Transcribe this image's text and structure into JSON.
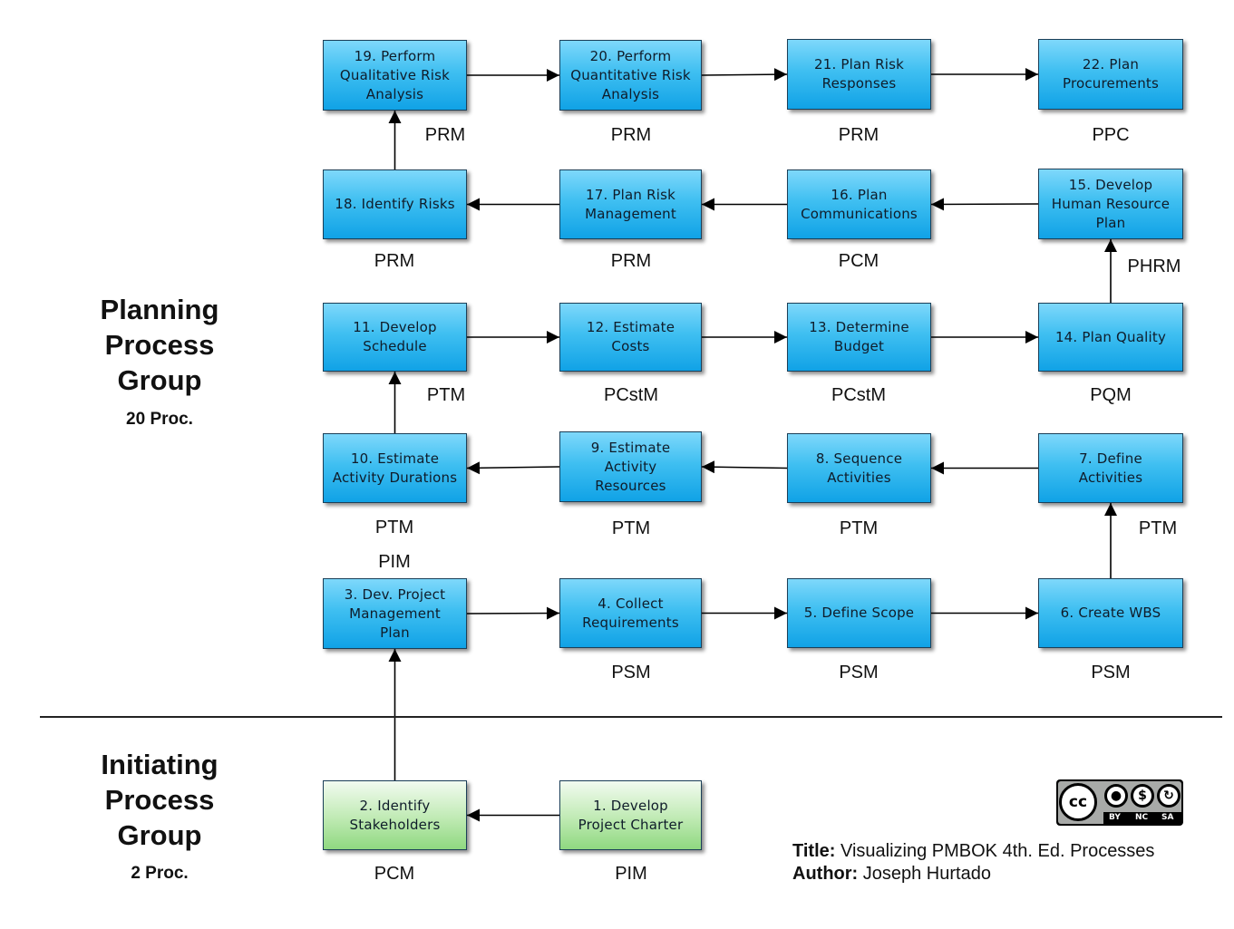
{
  "groups": {
    "planning": {
      "title": "Planning\nProcess\nGroup",
      "count": "20 Proc."
    },
    "initiating": {
      "title": "Initiating\nProcess\nGroup",
      "count": "2 Proc."
    }
  },
  "processes": {
    "p1": {
      "label": "1. Develop\nProject Charter",
      "area": "PIM"
    },
    "p2": {
      "label": "2. Identify\nStakeholders",
      "area": "PCM"
    },
    "p3": {
      "label": "3. Dev. Project\nManagement\nPlan",
      "area": "PIM"
    },
    "p4": {
      "label": "4. Collect\nRequirements",
      "area": "PSM"
    },
    "p5": {
      "label": "5. Define Scope",
      "area": "PSM"
    },
    "p6": {
      "label": "6. Create WBS",
      "area": "PSM"
    },
    "p7": {
      "label": "7. Define\nActivities",
      "area": "PTM"
    },
    "p8": {
      "label": "8. Sequence\nActivities",
      "area": "PTM"
    },
    "p9": {
      "label": "9. Estimate\nActivity\nResources",
      "area": "PTM"
    },
    "p10": {
      "label": "10. Estimate\nActivity Durations",
      "area": "PTM"
    },
    "p11": {
      "label": "11. Develop\nSchedule",
      "area": "PTM"
    },
    "p12": {
      "label": "12. Estimate\nCosts",
      "area": "PCstM"
    },
    "p13": {
      "label": "13. Determine\nBudget",
      "area": "PCstM"
    },
    "p14": {
      "label": "14. Plan Quality",
      "area": "PQM"
    },
    "p15": {
      "label": "15. Develop\nHuman Resource\nPlan",
      "area": "PHRM"
    },
    "p16": {
      "label": "16. Plan\nCommunications",
      "area": "PCM"
    },
    "p17": {
      "label": "17. Plan Risk\nManagement",
      "area": "PRM"
    },
    "p18": {
      "label": "18. Identify Risks",
      "area": "PRM"
    },
    "p19": {
      "label": "19. Perform\nQualitative Risk\nAnalysis",
      "area": "PRM"
    },
    "p20": {
      "label": "20. Perform\nQuantitative Risk\nAnalysis",
      "area": "PRM"
    },
    "p21": {
      "label": "21. Plan Risk\nResponses",
      "area": "PRM"
    },
    "p22": {
      "label": "22. Plan\nProcurements",
      "area": "PPC"
    }
  },
  "flow": [
    [
      "p1",
      "p2"
    ],
    [
      "p2",
      "p3"
    ],
    [
      "p3",
      "p4"
    ],
    [
      "p4",
      "p5"
    ],
    [
      "p5",
      "p6"
    ],
    [
      "p6",
      "p7"
    ],
    [
      "p7",
      "p8"
    ],
    [
      "p8",
      "p9"
    ],
    [
      "p9",
      "p10"
    ],
    [
      "p10",
      "p11"
    ],
    [
      "p11",
      "p12"
    ],
    [
      "p12",
      "p13"
    ],
    [
      "p13",
      "p14"
    ],
    [
      "p14",
      "p15"
    ],
    [
      "p15",
      "p16"
    ],
    [
      "p16",
      "p17"
    ],
    [
      "p17",
      "p18"
    ],
    [
      "p18",
      "p19"
    ],
    [
      "p19",
      "p20"
    ],
    [
      "p20",
      "p21"
    ],
    [
      "p21",
      "p22"
    ]
  ],
  "license": {
    "cc": "cc",
    "by": "BY",
    "nc": "NC",
    "sa": "SA"
  },
  "credits": {
    "title_label": "Title:",
    "title_value": " Visualizing PMBOK 4th. Ed. Processes",
    "author_label": "Author:",
    "author_value": " Joseph Hurtado"
  },
  "colors": {
    "planning_box": "#2bb4ee",
    "initiating_box": "#a9e39c",
    "border": "#1b3f58"
  }
}
